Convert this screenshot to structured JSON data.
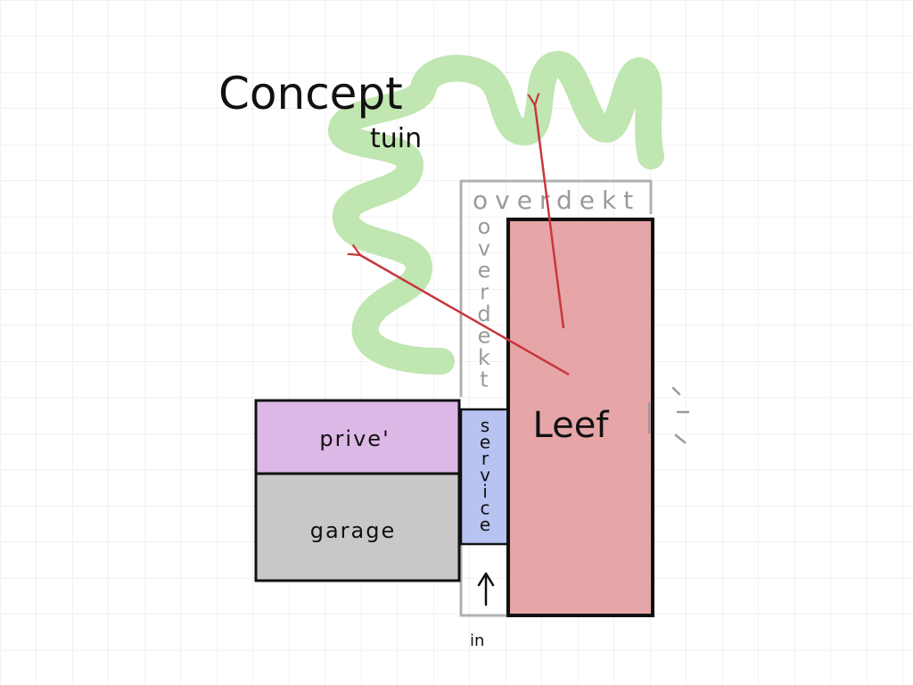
{
  "title": {
    "main": "Concept",
    "sub": "tuin"
  },
  "zones": {
    "garden": {
      "color": "#b9e3a8"
    },
    "covered_top": {
      "label": "overdekt",
      "color": "#9a9a9a"
    },
    "covered_side": {
      "label": "overdekt",
      "letters": [
        "o",
        "v",
        "e",
        "r",
        "d",
        "e",
        "k",
        "t"
      ],
      "color": "#9a9a9a"
    },
    "prive": {
      "label": "prive'",
      "color": "#dcb8e6"
    },
    "garage": {
      "label": "garage",
      "color": "#c8c8c8"
    },
    "service": {
      "label": "service",
      "letters": [
        "s",
        "e",
        "r",
        "v",
        "i",
        "c",
        "e"
      ],
      "color": "#b9c3f2"
    },
    "leef": {
      "label": "Leef",
      "color": "#e6a6a8"
    }
  },
  "entrance": {
    "label": "in",
    "icon": "up-arrow-icon"
  },
  "colors": {
    "grid": "#e4e4e4",
    "arrow": "#c9363c",
    "outline": "#111111",
    "covered_outline": "#b0b0b0"
  }
}
